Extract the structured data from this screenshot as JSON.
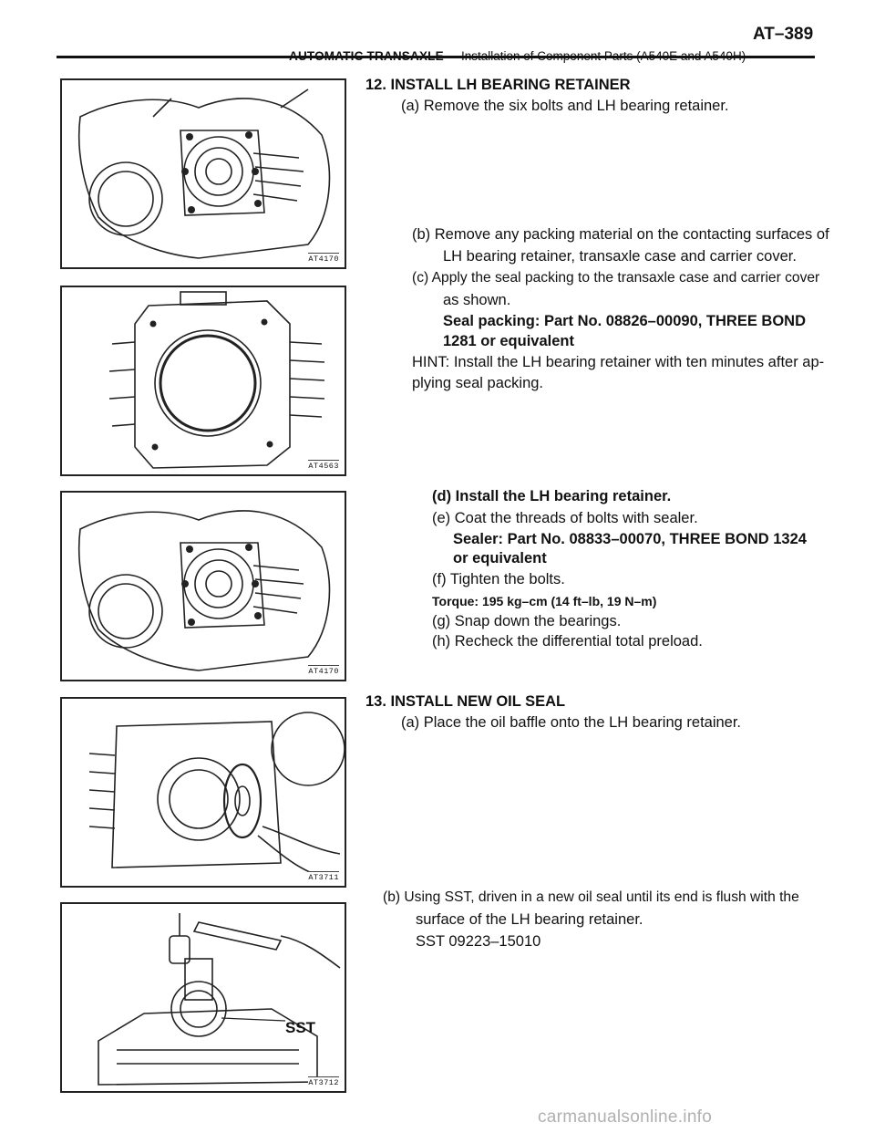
{
  "header": {
    "section": "AUTOMATIC TRANSAXLE",
    "dash": "–",
    "subtitle": "Installation of Component Parts (A540E and A540H)",
    "page": "AT–389"
  },
  "figures": [
    {
      "code": "AT4170"
    },
    {
      "code": "AT4563"
    },
    {
      "code": "AT4170"
    },
    {
      "code": "AT3711"
    },
    {
      "code": "AT3712",
      "label": "SST"
    }
  ],
  "steps": {
    "s12": {
      "title": "12. INSTALL LH BEARING RETAINER",
      "a": "(a) Remove the six bolts and LH bearing retainer.",
      "b1": "(b) Remove any packing material on the contacting surfaces of",
      "b2": "LH bearing retainer, transaxle case and carrier cover.",
      "c1": "(c) Apply the seal packing to the transaxle case and carrier cover",
      "c2": "as shown.",
      "seal1": "Seal packing: Part No. 08826–00090, THREE BOND",
      "seal2": "1281 or equivalent",
      "hint1": "HINT: Install the LH bearing retainer with ten minutes after ap-",
      "hint2": "plying seal packing.",
      "d": "(d) Install the LH bearing retainer.",
      "e": "(e) Coat the threads of bolts with sealer.",
      "sealer1": "Sealer: Part No. 08833–00070, THREE BOND 1324",
      "sealer2": "or equivalent",
      "f": "(f) Tighten the bolts.",
      "torque": "Torque: 195 kg–cm (14 ft–lb, 19 N–m)",
      "g": "(g) Snap down the bearings.",
      "h": "(h) Recheck the differential total preload."
    },
    "s13": {
      "title": "13. INSTALL NEW OIL SEAL",
      "a": "(a) Place the oil baffle onto the LH bearing retainer.",
      "b1": "(b) Using SST, driven in a new oil seal until its end is flush with the",
      "b2": "surface of the LH bearing retainer.",
      "sst": "SST  09223–15010"
    }
  },
  "watermark": "carmanualsonline.info"
}
